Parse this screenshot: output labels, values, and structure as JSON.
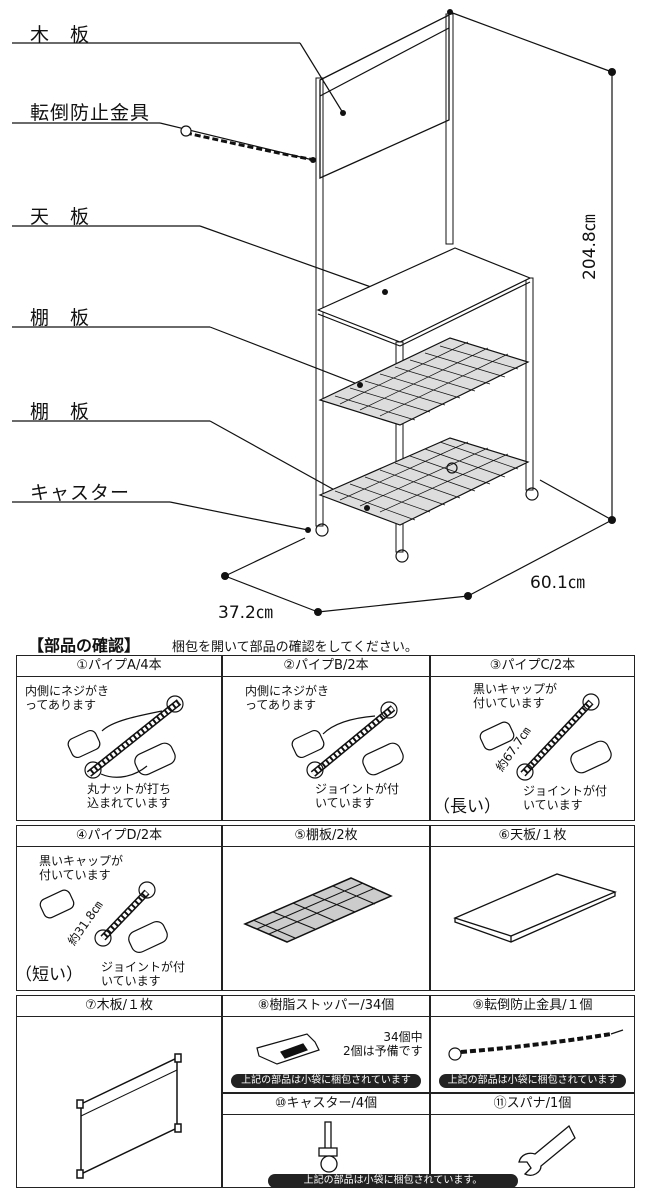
{
  "labels": {
    "wood_board": "木　板",
    "anti_tip": "転倒防止金具",
    "top_board": "天　板",
    "shelf1": "棚　板",
    "shelf2": "棚　板",
    "caster": "キャスター"
  },
  "dimensions": {
    "height": "204.8㎝",
    "width": "60.1㎝",
    "depth": "37.2㎝"
  },
  "parts_header": "【部品の確認】",
  "parts_subtitle": "梱包を開いて部品の確認をしてください。",
  "parts": [
    {
      "title": "①パイプA/4本",
      "note1": "内側にネジがき\nってあります",
      "note2": "丸ナットが打ち\n込まれています"
    },
    {
      "title": "②パイプB/2本",
      "note1": "内側にネジがき\nってあります",
      "note2": "ジョイントが付\nいています"
    },
    {
      "title": "③パイプC/2本",
      "note1": "黒いキャップが\n付いています",
      "note2": "ジョイントが付\nいています",
      "length": "約67.7㎝",
      "size": "（長い）"
    },
    {
      "title": "④パイプD/2本",
      "note1": "黒いキャップが\n付いています",
      "note2": "ジョイントが付\nいています",
      "length": "約31.8㎝",
      "size": "（短い）"
    },
    {
      "title": "⑤棚板/2枚"
    },
    {
      "title": "⑥天板/１枚"
    },
    {
      "title": "⑦木板/１枚"
    },
    {
      "title": "⑧樹脂ストッパー/34個",
      "note1": "34個中\n2個は予備です",
      "bar": "上記の部品は小袋に梱包されています"
    },
    {
      "title": "⑨転倒防止金具/１個",
      "bar": "上記の部品は小袋に梱包されています"
    },
    {
      "title": "⑩キャスター/4個"
    },
    {
      "title": "⑪スパナ/1個"
    }
  ],
  "bottom_bar": "上記の部品は小袋に梱包されています。"
}
